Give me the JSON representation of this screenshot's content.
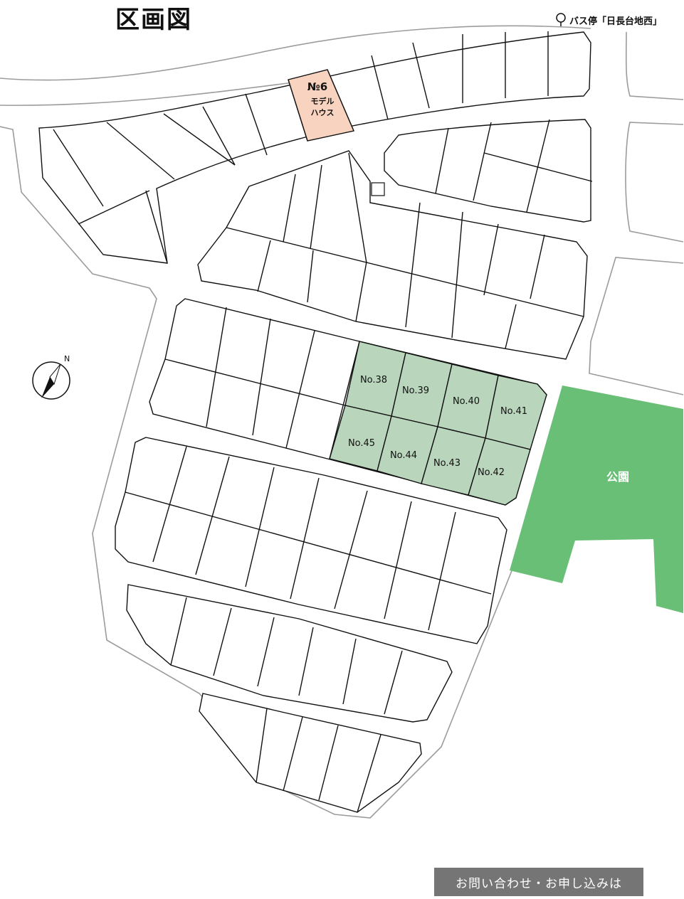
{
  "title": "区画図",
  "bus_stop": {
    "icon": "pin-icon",
    "label": "バス停「日長台地西」"
  },
  "model_house": {
    "lot": "№6",
    "line1": "モデル",
    "line2": "ハウス",
    "color": "#f8d3bf"
  },
  "available_lots": {
    "color": "#b9d6bd",
    "labels": [
      "No.38",
      "No.39",
      "No.40",
      "No.41",
      "No.45",
      "No.44",
      "No.43",
      "No.42"
    ]
  },
  "park": {
    "label": "公園",
    "color": "#6abf77"
  },
  "compass": {
    "icon": "north-arrow-icon",
    "label": "N"
  },
  "contact_button": "お問い合わせ・お申し込みは"
}
